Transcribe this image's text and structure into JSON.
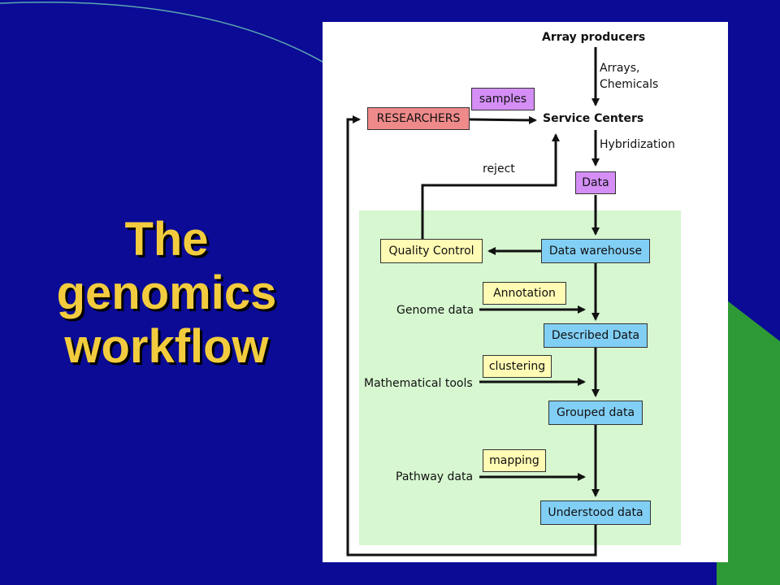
{
  "slide": {
    "title_lines": [
      "The",
      "genomics",
      "workflow"
    ],
    "colors": {
      "background": "#0b0b96",
      "title": "#f2cc3e",
      "accent_green": "#2e9a35",
      "flow_area": "#d6f7d0"
    }
  },
  "diagram": {
    "nodes": {
      "array_producers": "Array producers",
      "arrays_chemicals_line1": "Arrays,",
      "arrays_chemicals_line2": "Chemicals",
      "samples": "samples",
      "researchers": "RESEARCHERS",
      "service_centers": "Service Centers",
      "hybridization": "Hybridization",
      "reject": "reject",
      "data": "Data",
      "quality_control": "Quality Control",
      "data_warehouse": "Data warehouse",
      "annotation": "Annotation",
      "genome_data": "Genome data",
      "described_data": "Described Data",
      "clustering": "clustering",
      "mathematical_tools": "Mathematical tools",
      "grouped_data": "Grouped data",
      "mapping": "mapping",
      "pathway_data": "Pathway data",
      "understood_data": "Understood data"
    }
  }
}
